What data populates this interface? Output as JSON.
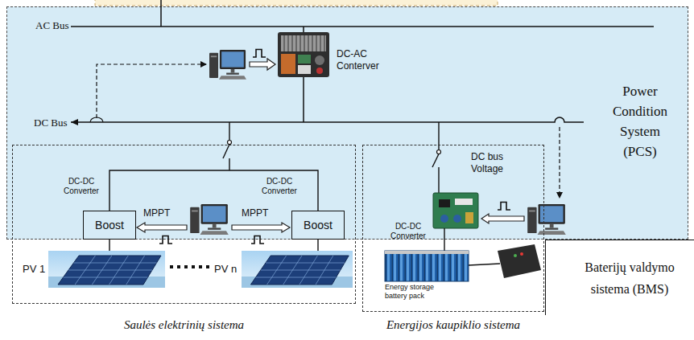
{
  "diagram": {
    "nodes": [
      {
        "text": [
          "Power Condition System (PCS)"
        ]
      },
      {
        "text": [
          "Saulės elektrinių sistema"
        ]
      },
      {
        "text": [
          "Boost"
        ],
        "in": 1
      },
      {
        "text": [
          "Boost"
        ],
        "in": 1
      },
      {
        "text": [
          "Energijos kaupiklio sistema"
        ]
      },
      {
        "text": [
          "Baterijų valdymo sistema (BMS)"
        ]
      }
    ],
    "edges": [
      {
        "from": 2,
        "to": 3,
        "arrow": "none"
      }
    ],
    "labels": [
      "AC Bus",
      "DC-AC Conterver",
      "DC Bus",
      "DC-DC Converter",
      "MPPT",
      "MPPT",
      "DC-DC Converter",
      "DC bus Voltage",
      "DC-DC Converter",
      "PV 1",
      "PV n",
      "Energy storage battery pack"
    ]
  }
}
